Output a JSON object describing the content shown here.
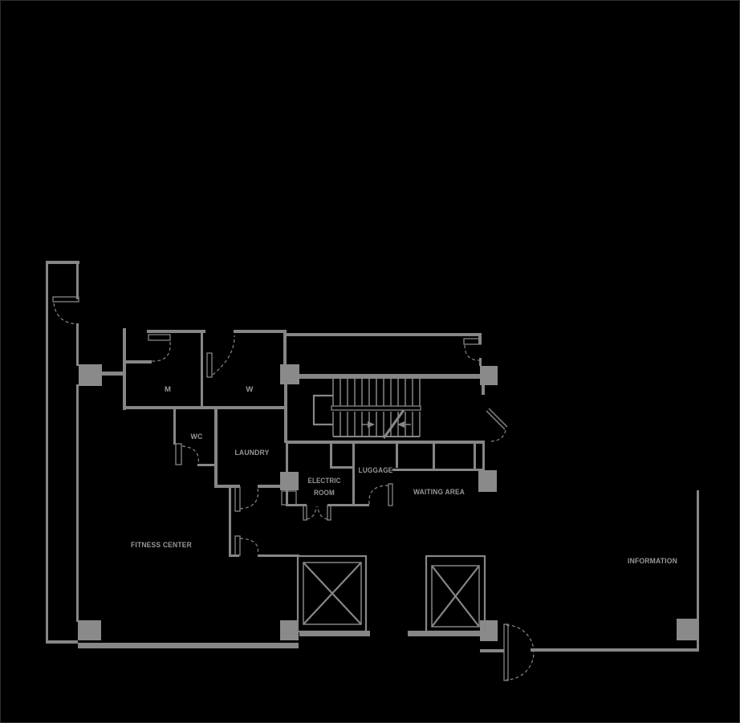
{
  "canvas": {
    "background": "#000000",
    "line_color": "#868686",
    "column_color": "#8a8a8a",
    "label_color": "#979797",
    "border_color": "#2f2f2f"
  },
  "rooms": {
    "fitness_center": {
      "label": "FITNESS CENTER"
    },
    "mens_restroom": {
      "label": "M"
    },
    "womens_restroom": {
      "label": "W"
    },
    "wc": {
      "label": "WC"
    },
    "laundry": {
      "label": "LAUNDRY"
    },
    "electric_room": {
      "label_line1": "ELECTRIC",
      "label_line2": "ROOM"
    },
    "luggage": {
      "label": "LUGGAGE"
    },
    "waiting_area": {
      "label": "WAITING AREA"
    },
    "information": {
      "label": "INFORMATION"
    }
  },
  "symbols": {
    "staircase_count": 1,
    "elevator_count": 2,
    "structural_column_count": 9,
    "door_swing_count": 12
  }
}
